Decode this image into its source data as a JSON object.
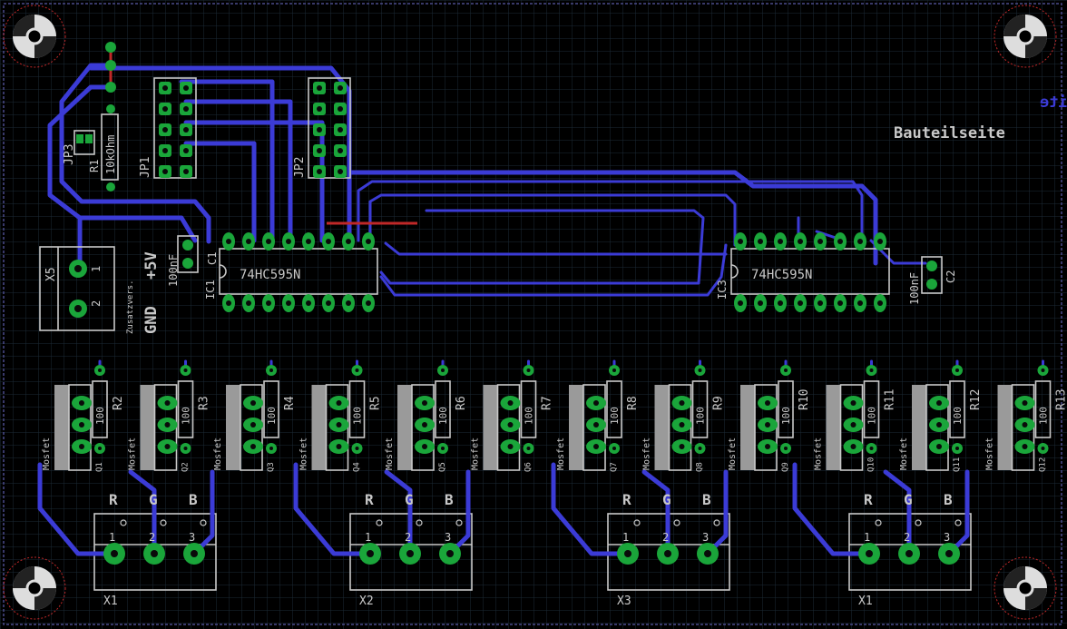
{
  "board": {
    "layer_labels": {
      "bottom": "Lötseite",
      "top": "Bauteilseite"
    },
    "colors": {
      "background": "#000000",
      "bottom_copper": "#3b3bd6",
      "top_copper": "#c02828",
      "pads": "#1aa53a",
      "silkscreen": "#c8c8c8",
      "grid": "#1c2a36"
    }
  },
  "ics": [
    {
      "ref": "IC1",
      "value": "74HC595N"
    },
    {
      "ref": "IC3",
      "value": "74HC595N"
    }
  ],
  "capacitors": [
    {
      "ref": "C1",
      "value": "100nF"
    },
    {
      "ref": "C2",
      "value": "100nF"
    }
  ],
  "jumpers": [
    {
      "ref": "JP1"
    },
    {
      "ref": "JP2"
    },
    {
      "ref": "JP3"
    }
  ],
  "r1": {
    "ref": "R1",
    "value": "10kOhm"
  },
  "power": {
    "ref": "X5",
    "pin1": "1",
    "pin2": "2",
    "note": "Zusatzvers.",
    "gnd": "GND",
    "vcc": "+5V"
  },
  "resistors": [
    {
      "ref": "R2",
      "value": "100"
    },
    {
      "ref": "R3",
      "value": "100"
    },
    {
      "ref": "R4",
      "value": "100"
    },
    {
      "ref": "R5",
      "value": "100"
    },
    {
      "ref": "R6",
      "value": "100"
    },
    {
      "ref": "R7",
      "value": "100"
    },
    {
      "ref": "R8",
      "value": "100"
    },
    {
      "ref": "R9",
      "value": "100"
    },
    {
      "ref": "R10",
      "value": "100"
    },
    {
      "ref": "R11",
      "value": "100"
    },
    {
      "ref": "R12",
      "value": "100"
    },
    {
      "ref": "R13",
      "value": "100"
    }
  ],
  "mosfet_label": "Mosfet",
  "mosfet_ref": "Q",
  "connectors": [
    {
      "ref": "X1",
      "pins": [
        "1",
        "2",
        "3"
      ],
      "channels": [
        "R",
        "G",
        "B"
      ]
    },
    {
      "ref": "X2",
      "pins": [
        "1",
        "2",
        "3"
      ],
      "channels": [
        "R",
        "G",
        "B"
      ]
    },
    {
      "ref": "X3",
      "pins": [
        "1",
        "2",
        "3"
      ],
      "channels": [
        "R",
        "G",
        "B"
      ]
    },
    {
      "ref": "X1",
      "pins": [
        "1",
        "2",
        "3"
      ],
      "channels": [
        "R",
        "G",
        "B"
      ]
    }
  ]
}
